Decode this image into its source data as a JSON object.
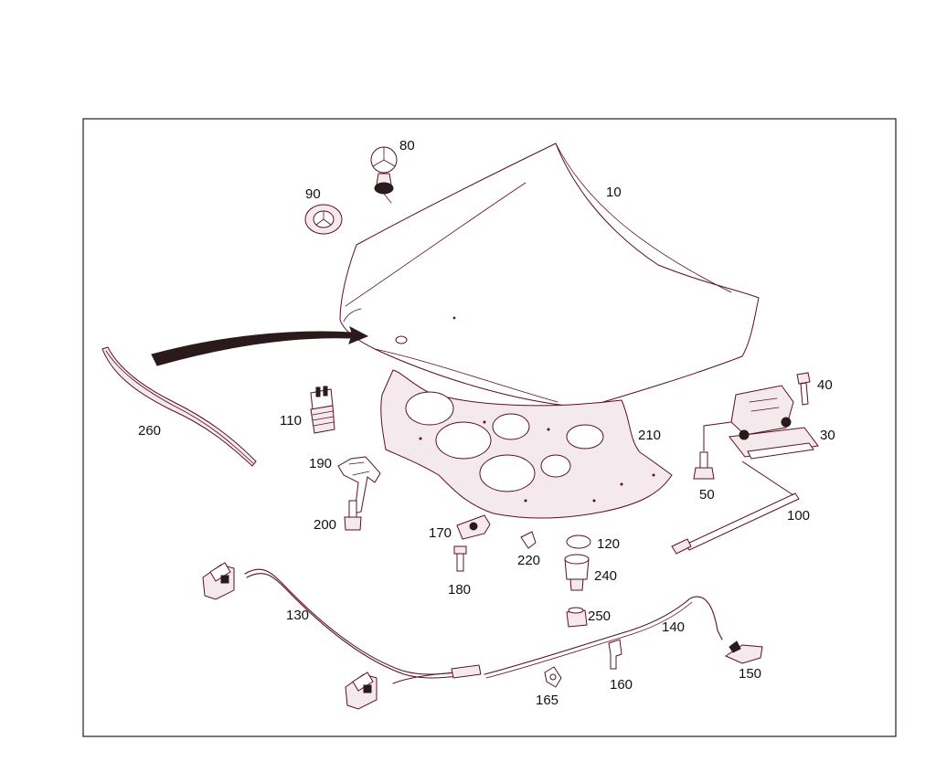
{
  "parts": [
    {
      "id": "p10",
      "label": "10"
    },
    {
      "id": "p30",
      "label": "30"
    },
    {
      "id": "p40",
      "label": "40"
    },
    {
      "id": "p50",
      "label": "50"
    },
    {
      "id": "p80",
      "label": "80"
    },
    {
      "id": "p90",
      "label": "90"
    },
    {
      "id": "p100",
      "label": "100"
    },
    {
      "id": "p110",
      "label": "110"
    },
    {
      "id": "p120",
      "label": "120"
    },
    {
      "id": "p130",
      "label": "130"
    },
    {
      "id": "p140",
      "label": "140"
    },
    {
      "id": "p150",
      "label": "150"
    },
    {
      "id": "p160",
      "label": "160"
    },
    {
      "id": "p165",
      "label": "165"
    },
    {
      "id": "p170",
      "label": "170"
    },
    {
      "id": "p180",
      "label": "180"
    },
    {
      "id": "p190",
      "label": "190"
    },
    {
      "id": "p200",
      "label": "200"
    },
    {
      "id": "p210",
      "label": "210"
    },
    {
      "id": "p220",
      "label": "220"
    },
    {
      "id": "p240",
      "label": "240"
    },
    {
      "id": "p250",
      "label": "250"
    },
    {
      "id": "p260",
      "label": "260"
    }
  ]
}
